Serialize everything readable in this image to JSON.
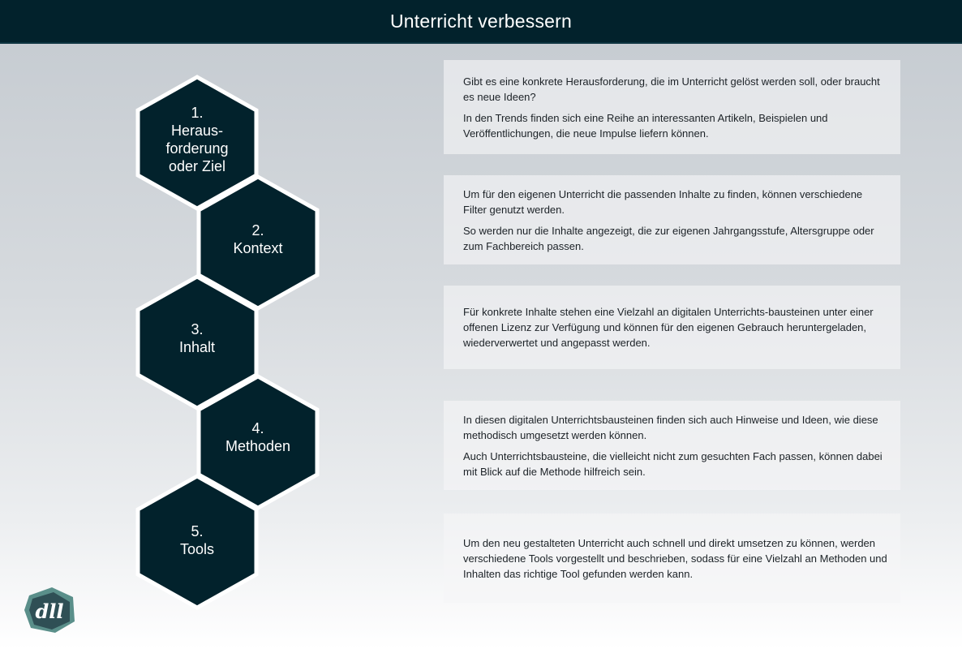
{
  "header": {
    "title": "Unterricht verbessern"
  },
  "steps": [
    {
      "lines": [
        "1.",
        "Heraus-",
        "forderung",
        "oder Ziel"
      ]
    },
    {
      "lines": [
        "2.",
        "Kontext"
      ]
    },
    {
      "lines": [
        "3.",
        "Inhalt"
      ]
    },
    {
      "lines": [
        "4.",
        "Methoden"
      ]
    },
    {
      "lines": [
        "5.",
        "Tools"
      ]
    }
  ],
  "descriptions": [
    [
      "Gibt es eine konkrete Herausforderung, die im Unterricht gelöst werden soll, oder braucht es neue Ideen?",
      "In den Trends finden sich eine Reihe an interessanten Artikeln, Beispielen und Veröffentlichungen, die neue Impulse liefern können."
    ],
    [
      "Um für den eigenen Unterricht die passenden Inhalte zu finden, können verschiedene Filter genutzt werden.",
      "So werden nur die Inhalte angezeigt, die zur eigenen Jahrgangsstufe, Altersgruppe oder zum Fachbereich passen."
    ],
    [
      "Für konkrete Inhalte stehen eine Vielzahl an digitalen Unterrichts-bausteinen unter einer offenen Lizenz zur Verfügung und können für den eigenen Gebrauch heruntergeladen, wiederverwertet und angepasst werden."
    ],
    [
      "In diesen digitalen Unterrichtsbausteinen finden sich auch Hinweise und Ideen, wie diese methodisch umgesetzt werden können.",
      "Auch Unterrichtsbausteine, die vielleicht nicht zum gesuchten Fach passen, können dabei mit Blick auf die Methode hilfreich sein."
    ],
    [
      "Um den neu gestalteten Unterricht auch schnell und direkt umsetzen zu können, werden verschiedene Tools vorgestellt und beschrieben, sodass für eine Vielzahl an Methoden und Inhalten das richtige Tool gefunden werden kann."
    ]
  ],
  "logo": {
    "text": "dll"
  },
  "colors": {
    "hex_fill": "#02222c",
    "hex_stroke": "#ffffff",
    "logo_dark": "#2f4f55",
    "logo_light": "#5a8f8a"
  }
}
